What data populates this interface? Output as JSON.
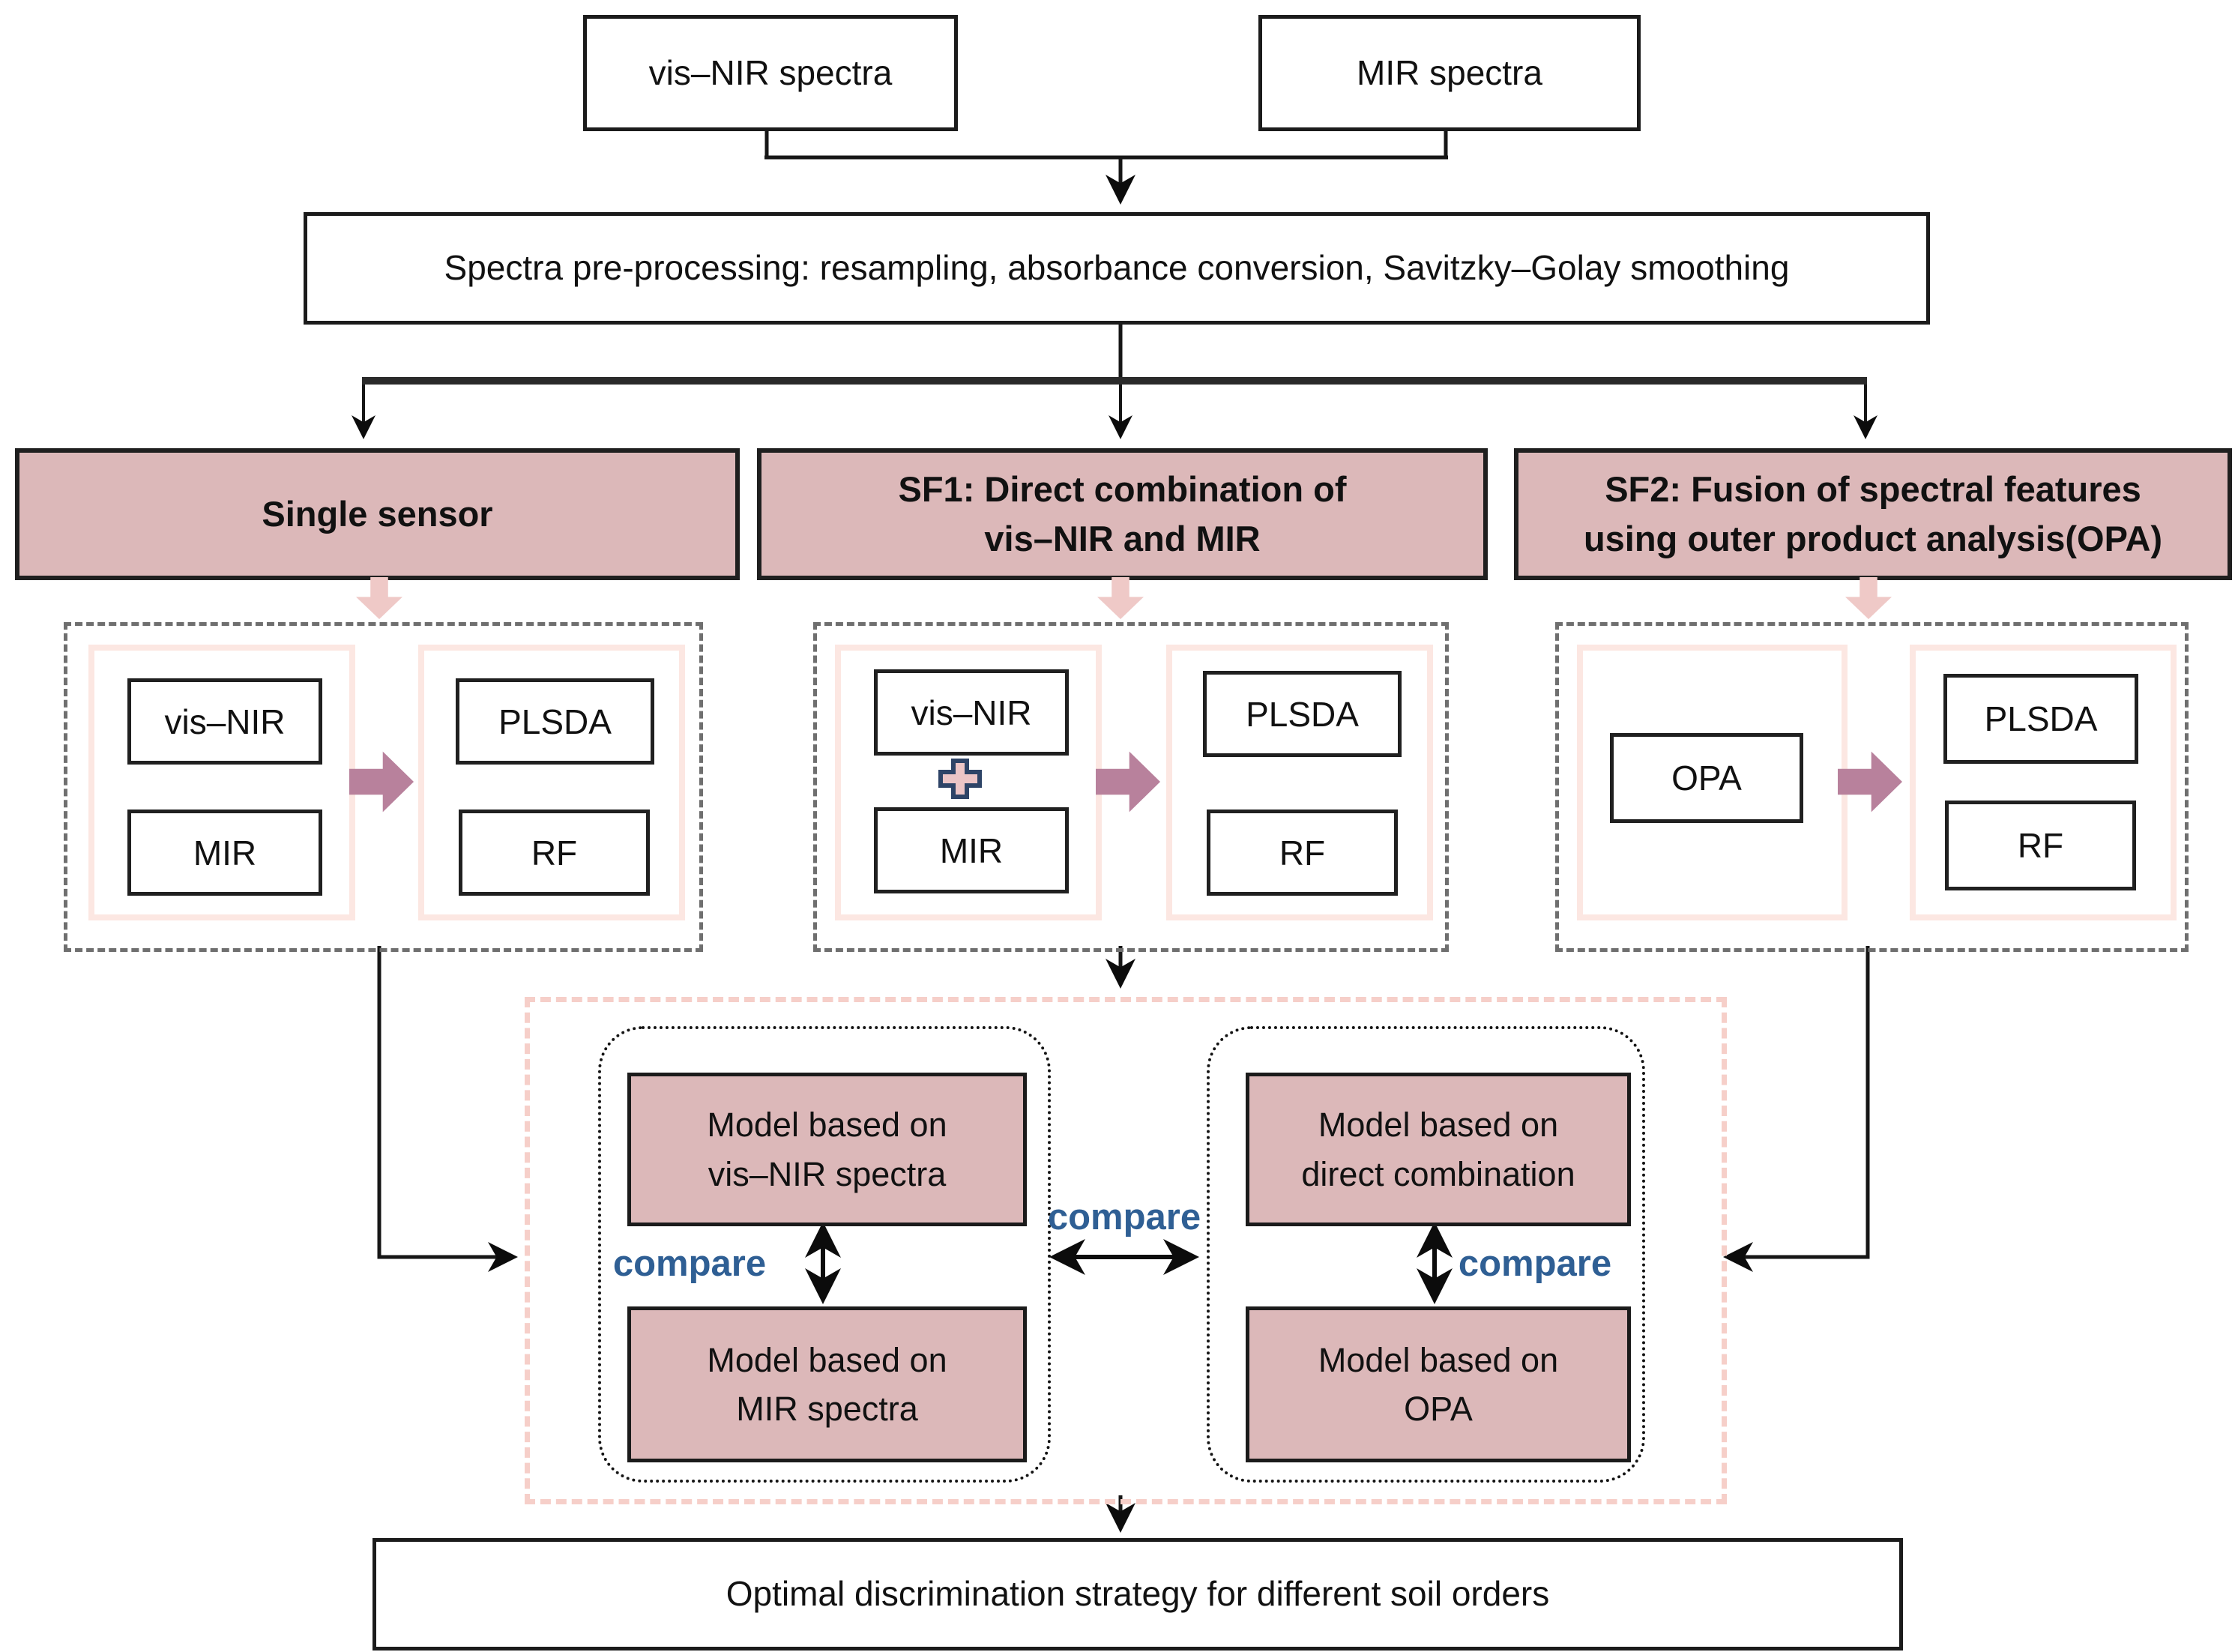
{
  "top": {
    "visnir": "vis–NIR spectra",
    "mir": "MIR spectra"
  },
  "preprocessing": {
    "label": "Spectra pre-processing: resampling, absorbance conversion, Savitzky–Golay smoothing"
  },
  "branches": {
    "single": {
      "title": "Single sensor",
      "input_top": "vis–NIR",
      "input_bottom": "MIR",
      "model_top": "PLSDA",
      "model_bottom": "RF"
    },
    "sf1": {
      "title_line1": "SF1: Direct combination of",
      "title_line2": "vis–NIR and MIR",
      "input_top": "vis–NIR",
      "input_bottom": "MIR",
      "plus_icon": "plus",
      "model_top": "PLSDA",
      "model_bottom": "RF"
    },
    "sf2": {
      "title_line1": "SF2: Fusion of spectral features",
      "title_line2": "using outer product analysis(OPA)",
      "input": "OPA",
      "model_top": "PLSDA",
      "model_bottom": "RF"
    }
  },
  "comparison": {
    "boxes": {
      "visnir": {
        "line1": "Model based on",
        "line2": "vis–NIR spectra"
      },
      "mir": {
        "line1": "Model based on",
        "line2": "MIR spectra"
      },
      "direct": {
        "line1": "Model based on",
        "line2": "direct combination"
      },
      "opa": {
        "line1": "Model based on",
        "line2": "OPA"
      }
    },
    "labels": {
      "left": "compare",
      "middle": "compare",
      "right": "compare"
    }
  },
  "output": {
    "label": "Optimal discrimination strategy for different soil orders"
  },
  "colors": {
    "node_pink": "#dcb8b9",
    "panel_pink_border": "#fce7e2",
    "dashed_pink": "#f6cfc9",
    "block_arrow_pink": "#efc9c7",
    "mauve_arrow": "#b8819c",
    "plus_fill": "#ecc5c6",
    "plus_border": "#2e4467",
    "compare_blue": "#2f5f94",
    "line_black": "#161616",
    "dashed_gray": "#6f6f6f"
  }
}
